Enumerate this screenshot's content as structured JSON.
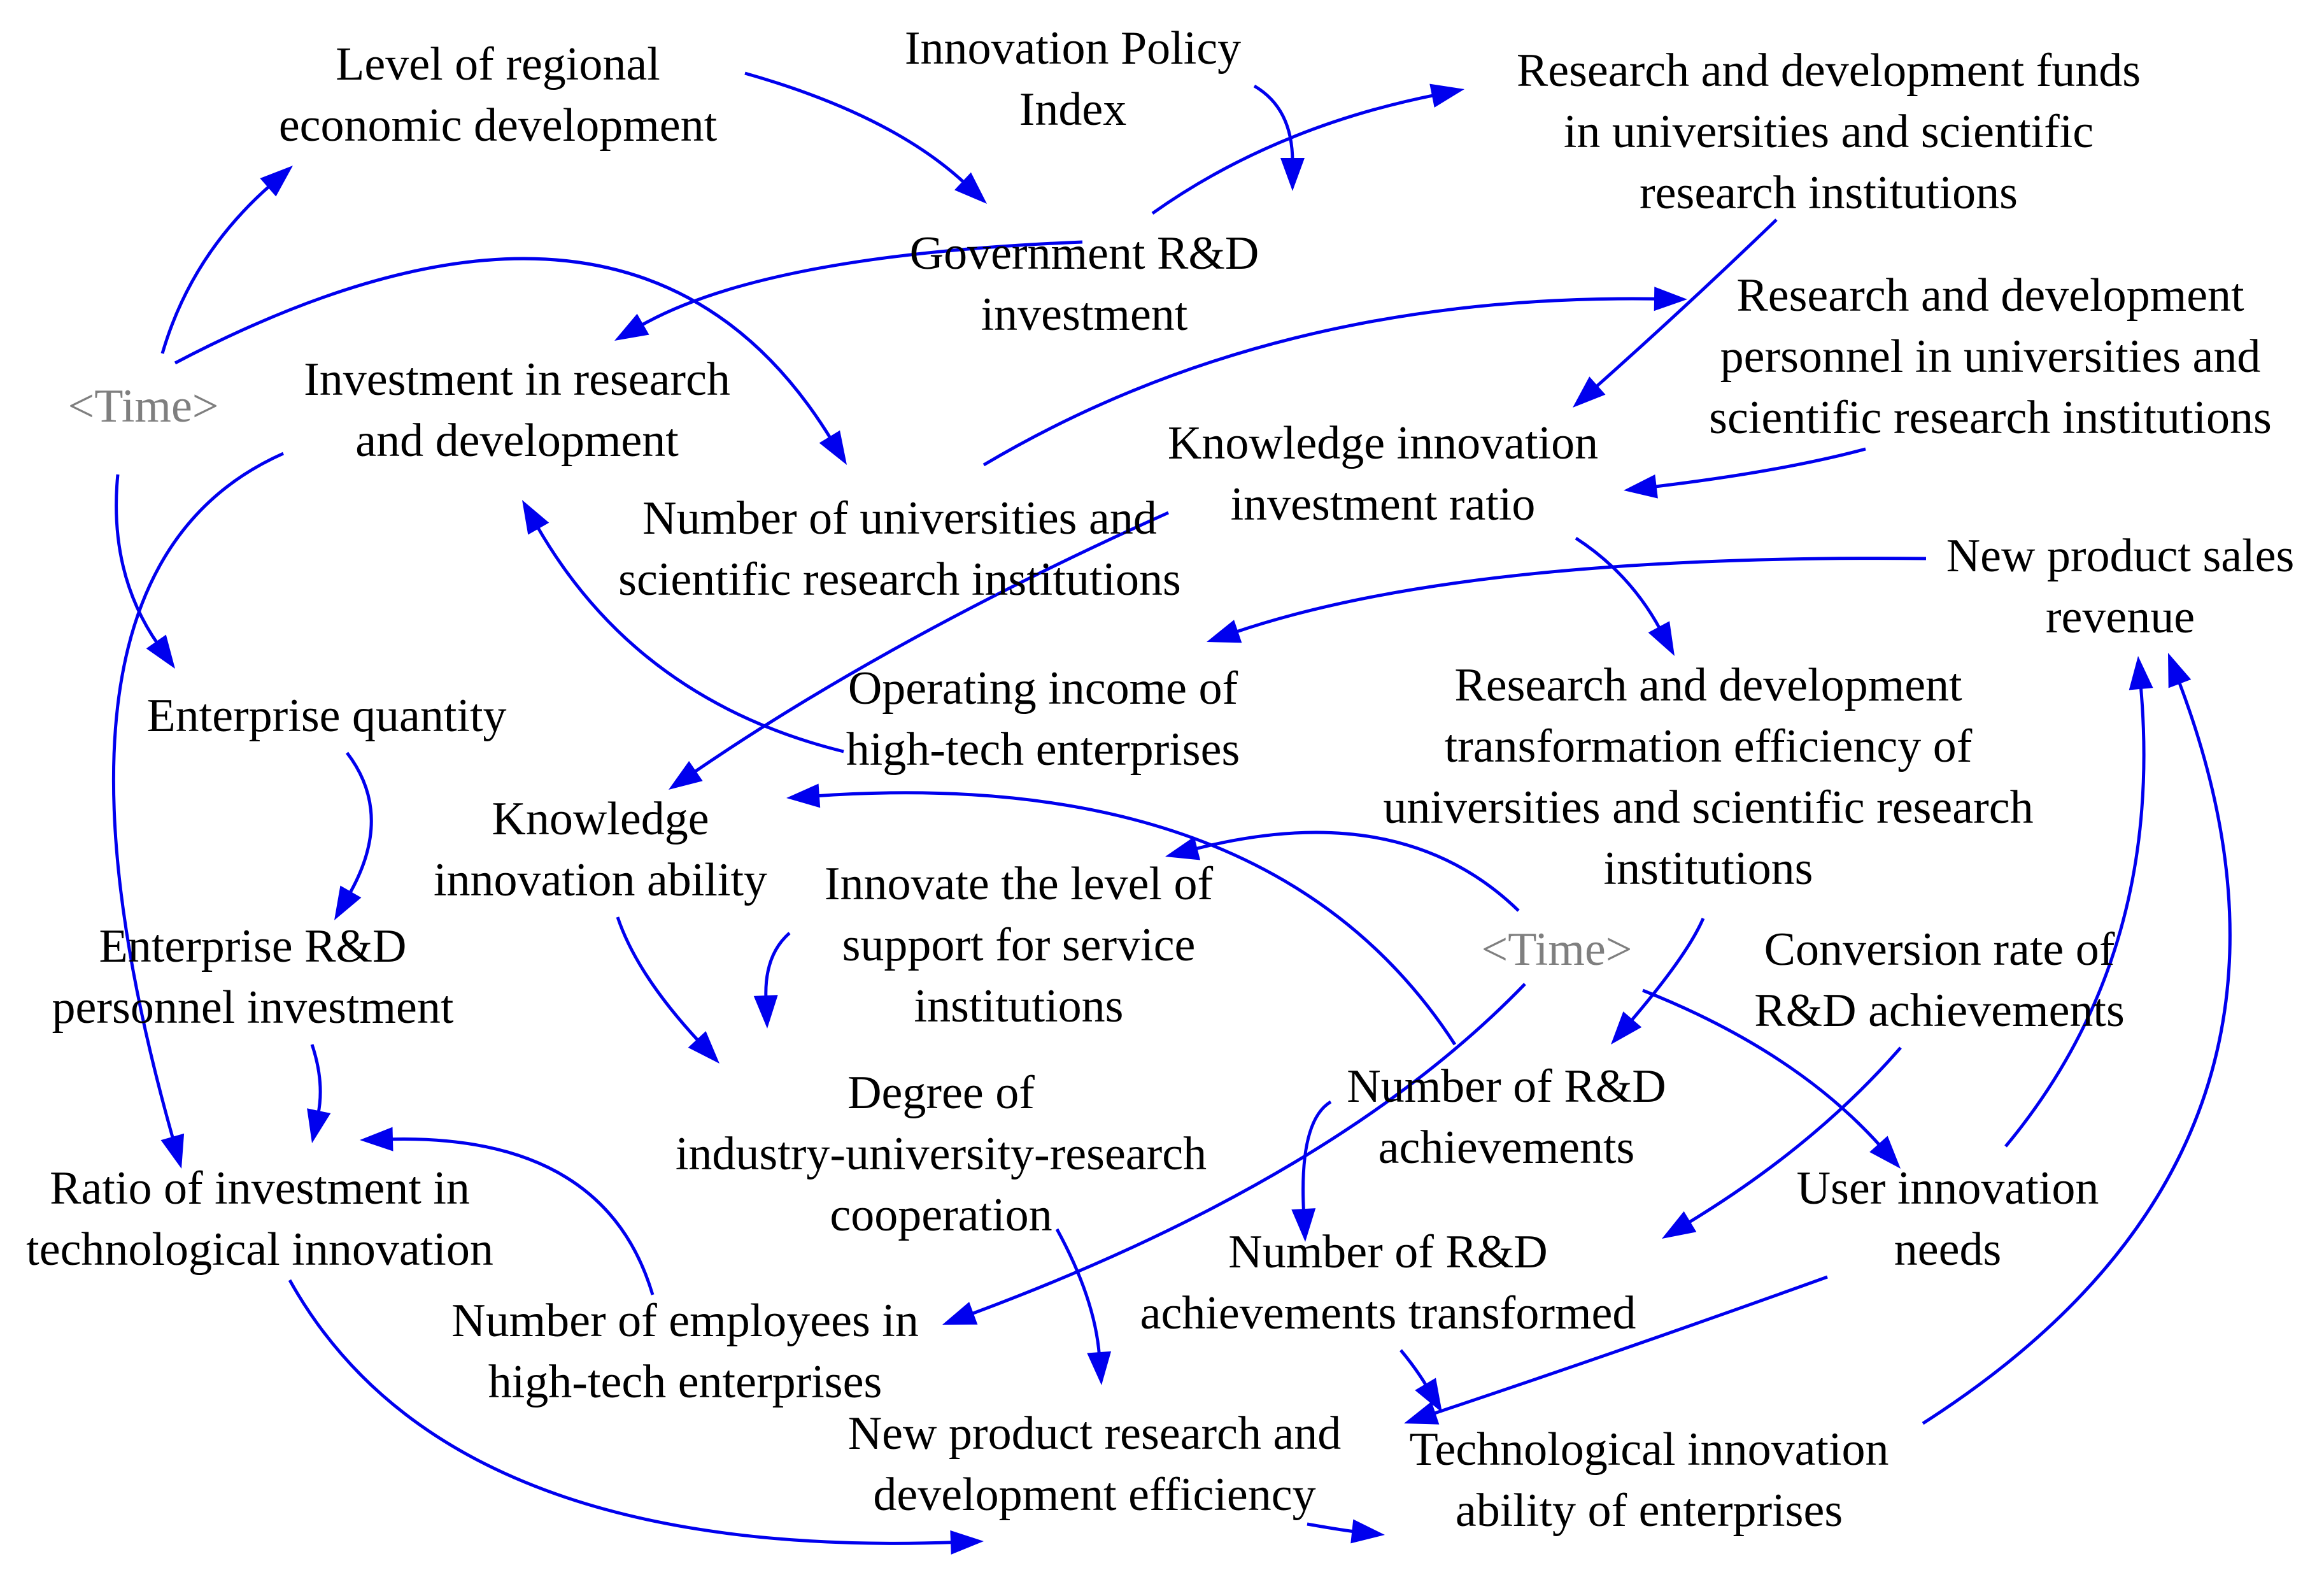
{
  "colors": {
    "link": "#0000ee",
    "text": "#000000",
    "shadow_variable": "#7f7f7f"
  },
  "variables": {
    "regional_economic_development": {
      "lines": [
        "Level of regional",
        "economic development"
      ]
    },
    "innovation_policy_index": {
      "lines": [
        "Innovation Policy",
        "Index"
      ]
    },
    "rd_funds_universities": {
      "lines": [
        "Research and development funds",
        "in universities and scientific",
        "research institutions"
      ]
    },
    "time_top": {
      "lines": [
        "<Time>"
      ],
      "shadow": true
    },
    "government_rd_investment": {
      "lines": [
        "Government R&D",
        "investment"
      ]
    },
    "investment_rd": {
      "lines": [
        "Investment in research",
        "and development"
      ]
    },
    "rd_personnel_universities": {
      "lines": [
        "Research and development",
        "personnel in universities and",
        "scientific research institutions"
      ]
    },
    "knowledge_innovation_investment_ratio": {
      "lines": [
        "Knowledge innovation",
        "investment ratio"
      ]
    },
    "number_universities": {
      "lines": [
        "Number of universities and",
        "scientific research institutions"
      ]
    },
    "new_product_sales_revenue": {
      "lines": [
        "New product sales",
        "revenue"
      ]
    },
    "enterprise_quantity": {
      "lines": [
        "Enterprise quantity"
      ]
    },
    "operating_income_hightech": {
      "lines": [
        "Operating income of",
        "high-tech enterprises"
      ]
    },
    "rd_transformation_efficiency": {
      "lines": [
        "Research and development",
        "transformation efficiency of",
        "universities and scientific research",
        "institutions"
      ]
    },
    "knowledge_innovation_ability": {
      "lines": [
        "Knowledge",
        "innovation ability"
      ]
    },
    "service_institution_support": {
      "lines": [
        "Innovate the level of",
        "support for service",
        "institutions"
      ]
    },
    "enterprise_rd_personnel": {
      "lines": [
        "Enterprise R&D",
        "personnel investment"
      ]
    },
    "time_mid": {
      "lines": [
        "<Time>"
      ],
      "shadow": true
    },
    "conversion_rate": {
      "lines": [
        "Conversion rate of",
        "R&D achievements"
      ]
    },
    "industry_university_cooperation": {
      "lines": [
        "Degree of",
        "industry-university-research",
        "cooperation"
      ]
    },
    "number_rd_achievements": {
      "lines": [
        "Number of R&D",
        "achievements"
      ]
    },
    "ratio_tech_innovation_investment": {
      "lines": [
        "Ratio of investment in",
        "technological innovation"
      ]
    },
    "user_innovation_needs": {
      "lines": [
        "User innovation",
        "needs"
      ]
    },
    "number_rd_transformed": {
      "lines": [
        "Number of R&D",
        "achievements transformed"
      ]
    },
    "employees_hightech": {
      "lines": [
        "Number of employees in",
        "high-tech enterprises"
      ]
    },
    "new_product_rd_efficiency": {
      "lines": [
        "New product research and",
        "development efficiency"
      ]
    },
    "tech_innovation_ability": {
      "lines": [
        "Technological innovation",
        "ability of enterprises"
      ]
    }
  },
  "links": [
    {
      "from": "time_top",
      "to": "regional_economic_development"
    },
    {
      "from": "time_top",
      "to": "number_universities"
    },
    {
      "from": "time_top",
      "to": "enterprise_quantity"
    },
    {
      "from": "regional_economic_development",
      "to": "government_rd_investment"
    },
    {
      "from": "innovation_policy_index",
      "to": "government_rd_investment"
    },
    {
      "from": "government_rd_investment",
      "to": "rd_funds_universities"
    },
    {
      "from": "government_rd_investment",
      "to": "investment_rd"
    },
    {
      "from": "rd_funds_universities",
      "to": "knowledge_innovation_investment_ratio"
    },
    {
      "from": "rd_personnel_universities",
      "to": "knowledge_innovation_investment_ratio"
    },
    {
      "from": "number_universities",
      "to": "rd_personnel_universities"
    },
    {
      "from": "number_universities",
      "to": "knowledge_innovation_ability"
    },
    {
      "from": "knowledge_innovation_investment_ratio",
      "to": "rd_transformation_efficiency"
    },
    {
      "from": "new_product_sales_revenue",
      "to": "operating_income_hightech"
    },
    {
      "from": "operating_income_hightech",
      "to": "investment_rd"
    },
    {
      "from": "investment_rd",
      "to": "ratio_tech_innovation_investment"
    },
    {
      "from": "enterprise_quantity",
      "to": "enterprise_rd_personnel"
    },
    {
      "from": "enterprise_rd_personnel",
      "to": "ratio_tech_innovation_investment"
    },
    {
      "from": "knowledge_innovation_ability",
      "to": "industry_university_cooperation"
    },
    {
      "from": "service_institution_support",
      "to": "industry_university_cooperation"
    },
    {
      "from": "number_rd_achievements",
      "to": "knowledge_innovation_ability"
    },
    {
      "from": "time_mid",
      "to": "service_institution_support"
    },
    {
      "from": "time_mid",
      "to": "employees_hightech"
    },
    {
      "from": "time_mid",
      "to": "user_innovation_needs"
    },
    {
      "from": "rd_transformation_efficiency",
      "to": "number_rd_achievements"
    },
    {
      "from": "number_rd_achievements",
      "to": "number_rd_transformed"
    },
    {
      "from": "conversion_rate",
      "to": "number_rd_transformed"
    },
    {
      "from": "user_innovation_needs",
      "to": "new_product_sales_revenue"
    },
    {
      "from": "user_innovation_needs",
      "to": "tech_innovation_ability"
    },
    {
      "from": "employees_hightech",
      "to": "ratio_tech_innovation_investment"
    },
    {
      "from": "industry_university_cooperation",
      "to": "new_product_rd_efficiency"
    },
    {
      "from": "number_rd_transformed",
      "to": "tech_innovation_ability"
    },
    {
      "from": "ratio_tech_innovation_investment",
      "to": "new_product_rd_efficiency"
    },
    {
      "from": "new_product_rd_efficiency",
      "to": "tech_innovation_ability"
    },
    {
      "from": "tech_innovation_ability",
      "to": "new_product_sales_revenue"
    }
  ]
}
